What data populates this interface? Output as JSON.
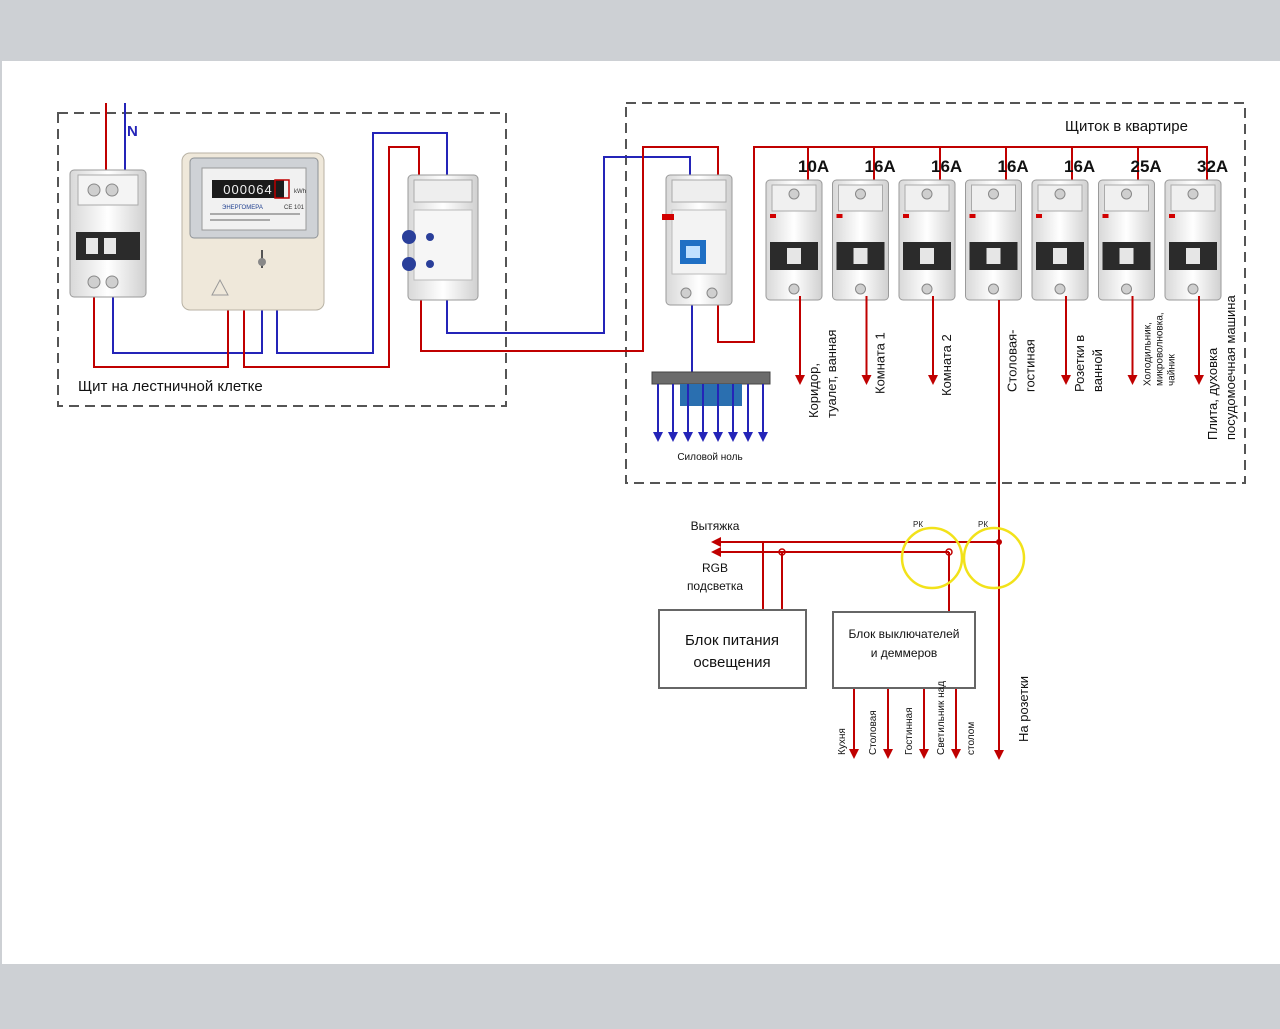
{
  "staircase_panel": {
    "label": "Щит на лестничной клетке",
    "neutral_label": "N"
  },
  "meter": {
    "reading": "000064",
    "brand": "ЭНЕРГОМЕРА",
    "model": "CE 101",
    "unit": "kWh"
  },
  "apartment_panel": {
    "label": "Щиток в квартире",
    "breakers": [
      {
        "rating": "10A",
        "lines": [
          "Коридор,",
          "туалет, ванная"
        ]
      },
      {
        "rating": "16A",
        "lines": [
          "Комната 1"
        ]
      },
      {
        "rating": "16A",
        "lines": [
          "Комната 2"
        ]
      },
      {
        "rating": "16A",
        "lines": [
          "Столовая-",
          "гостиная"
        ]
      },
      {
        "rating": "16A",
        "lines": [
          "Розетки в",
          "ванной"
        ]
      },
      {
        "rating": "25A",
        "lines": [
          "Холодильник,",
          "микроволновка,",
          "чайник"
        ]
      },
      {
        "rating": "32A",
        "lines": [
          "Плита, духовка",
          "посудомоечная машина"
        ]
      }
    ]
  },
  "neutral_bus": {
    "label": "Силовой ноль"
  },
  "lighting": {
    "hood_label": "Вытяжка",
    "rgb_lines": [
      "RGB",
      "подсветка"
    ],
    "junction_label": "РК",
    "power_supply_lines": [
      "Блок питания",
      "освещения"
    ],
    "switch_block_lines": [
      "Блок выключателей",
      "и деммеров"
    ],
    "outputs": [
      [
        "Кухня"
      ],
      [
        "Столовая"
      ],
      [
        "Гостинная"
      ],
      [
        "Светильник над",
        "столом"
      ]
    ],
    "sockets_label": "На розетки"
  },
  "colors": {
    "phase": "#c00000",
    "neutral": "#2424b8",
    "junction": "#f2e21a",
    "frame": "#555555"
  }
}
